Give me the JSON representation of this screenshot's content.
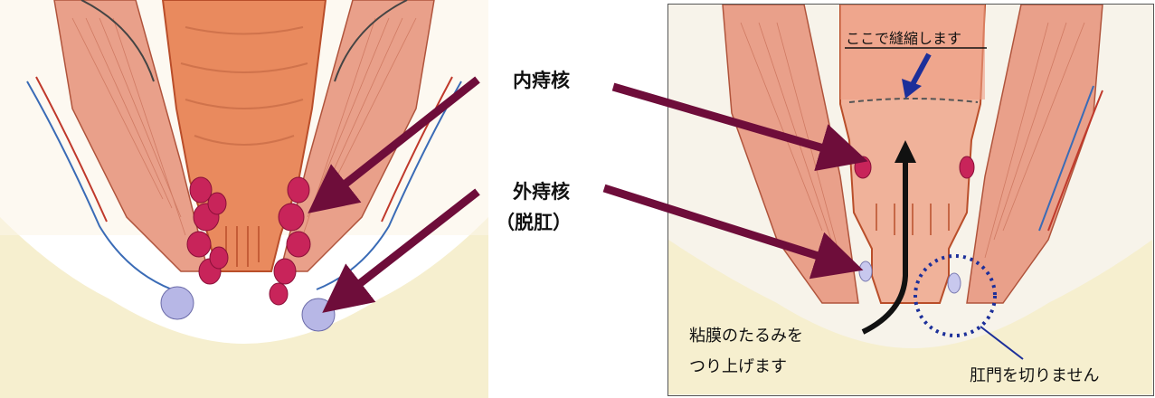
{
  "labels": {
    "internal_hemorrhoid": "内痔核",
    "external_hemorrhoid": "外痔核",
    "prolapse": "（脱肛）"
  },
  "right_panel": {
    "suture_note": "ここで縫縮します",
    "lift_line1": "粘膜のたるみを",
    "lift_line2": "つり上げます",
    "no_cut_note": "肛門を切りません"
  },
  "colors": {
    "arrow": "#6e0d3a",
    "rectum": "#e98a5e",
    "muscle": "#e9a08a",
    "hemorrhoid": "#c8245a",
    "external": "#b7b7e6",
    "fat": "#f6efcf",
    "blue_arrow": "#1c2f9a",
    "dotted_circle": "#1c2f9a"
  }
}
